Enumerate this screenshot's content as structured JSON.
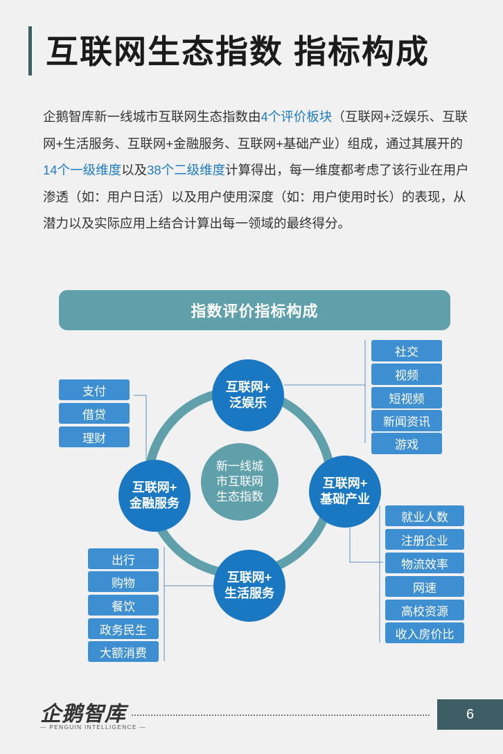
{
  "title": "互联网生态指数  指标构成",
  "intro": {
    "p1": "企鹅智库新一线城市互联网生态指数由",
    "h1": "4个评价板块",
    "p2": "（互联网+泛娱乐、互联网+生活服务、互联网+金融服务、互联网+基础产业）组成，通过其展开的",
    "h2": "14个一级维度",
    "p3": "以及",
    "h3": "38个二级维度",
    "p4": "计算得出，每一维度都考虑了该行业在用户渗透（如：用户日活）以及用户使用深度（如：用户使用时长）的表现，从潜力以及实际应用上结合计算出每一领域的最终得分。"
  },
  "banner": "指数评价指标构成",
  "center": {
    "line1": "新一线城",
    "line2": "市互联网",
    "line3": "生态指数"
  },
  "nodes": {
    "entertainment": {
      "line1": "互联网+",
      "line2": "泛娱乐"
    },
    "finance": {
      "line1": "互联网+",
      "line2": "金融服务"
    },
    "infrastructure": {
      "line1": "互联网+",
      "line2": "基础产业"
    },
    "life": {
      "line1": "互联网+",
      "line2": "生活服务"
    }
  },
  "tags": {
    "entertainment": [
      "社交",
      "视频",
      "短视频",
      "新闻资讯",
      "游戏"
    ],
    "finance": [
      "支付",
      "借贷",
      "理财"
    ],
    "infrastructure": [
      "就业人数",
      "注册企业",
      "物流效率",
      "网速",
      "高校资源",
      "收入房价比"
    ],
    "life": [
      "出行",
      "购物",
      "餐饮",
      "政务民生",
      "大额消费"
    ]
  },
  "colors": {
    "accent": "#1a78c2",
    "teal": "#5fa0aa",
    "dark": "#3d5e65",
    "tag": "#3d8fd1"
  },
  "footer": {
    "logo": "企鹅智库",
    "logo_sub": "— PENGUIN INTELLIGENCE —",
    "page": "6"
  }
}
